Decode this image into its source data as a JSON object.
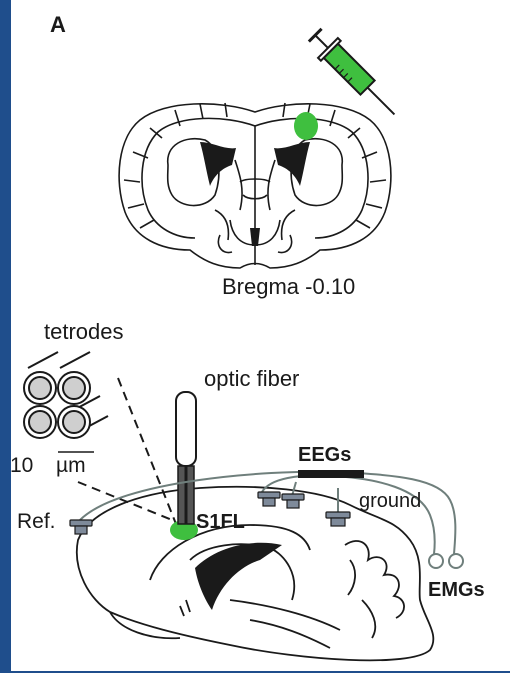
{
  "panel_letter": "A",
  "coronal": {
    "label": "Bregma -0.10"
  },
  "sagittal": {
    "tetrodes_label": "tetrodes",
    "scale_value": "10",
    "scale_unit": "µm",
    "optic_fiber_label": "optic fiber",
    "eegs_label": "EEGs",
    "ground_label": "ground",
    "ref_label": "Ref.",
    "s1fl_label": "S1FL",
    "emgs_label": "EMGs"
  },
  "colors": {
    "frame_bar": "#1f4e8c",
    "injection_green": "#3fbf3f",
    "wire_gray": "#6f7f7c",
    "screw_gray": "#7e8a9a",
    "ink": "#1a1a1a"
  }
}
